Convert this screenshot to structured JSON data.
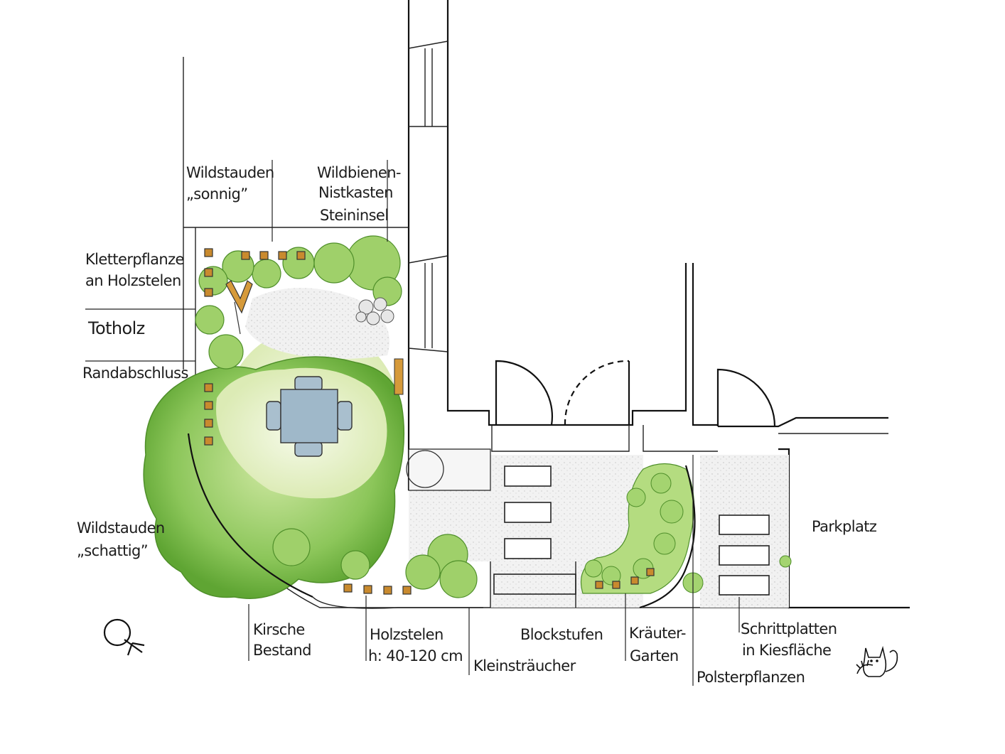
{
  "labels": {
    "wildstauden_sonnig_1": "Wildstauden",
    "wildstauden_sonnig_2": "„sonnig”",
    "wildbienen_1": "Wildbienen-",
    "wildbienen_2": "Nistkasten",
    "steininsel": "Steininsel",
    "kletterpflanze_1": "Kletterpflanze",
    "kletterpflanze_2": "an Holzstelen",
    "totholz": "Totholz",
    "randabschluss": "Randabschluss",
    "wildstauden_schattig_1": "Wildstauden",
    "wildstauden_schattig_2": "„schattig”",
    "kirsche_1": "Kirsche",
    "kirsche_2": "Bestand",
    "holzstelen_1": "Holzstelen",
    "holzstelen_2": "h: 40-120 cm",
    "kleinstraeucher": "Kleinsträucher",
    "blockstufen": "Blockstufen",
    "kraeuter_1": "Kräuter-",
    "kraeuter_2": "Garten",
    "schrittplatten_1": "Schrittplatten",
    "schrittplatten_2": "in Kiesfläche",
    "polsterpflanzen": "Polsterpflanzen",
    "parkplatz": "Parkplatz"
  },
  "colors": {
    "foliage_dark": "#6db13a",
    "foliage_light": "#b9dd82",
    "lawn": "#e8f2cf",
    "gravel": "#ececec",
    "table": "#9fb8c9",
    "wood": "#c98a2e"
  },
  "icons": {
    "north_arrow": "north-arrow-icon",
    "signature": "cat-hedgehog-signature-icon"
  }
}
